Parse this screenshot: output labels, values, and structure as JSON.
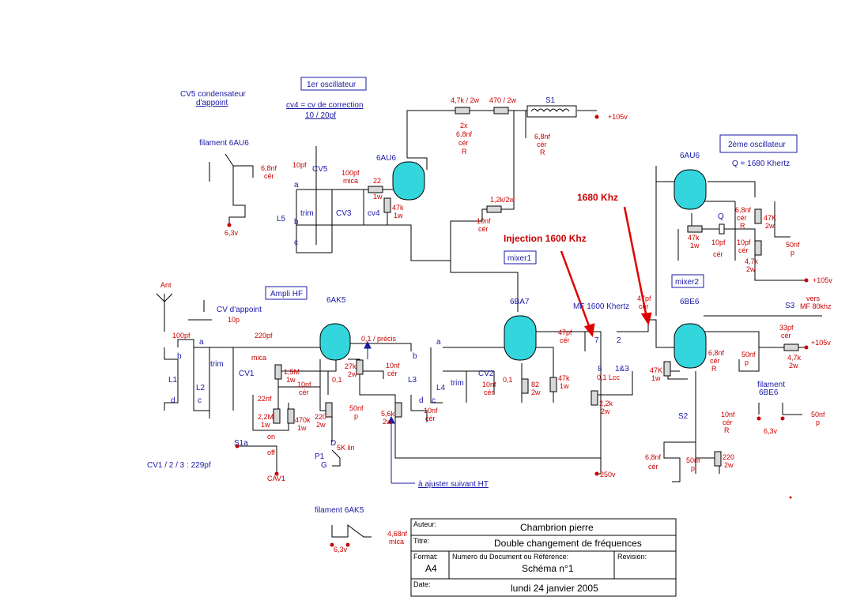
{
  "title_block": {
    "author_label": "Auteur:",
    "author": "Chambrion pierre",
    "title_label": "Titre:",
    "title": "Double changement de fréquences",
    "format_label": "Format:",
    "format": "A4",
    "docnum_label": "Numero du Document ou Référence:",
    "docnum": "Schéma n°1",
    "revision_label": "Revision:",
    "date_label": "Date:",
    "date": "lundi 24 janvier 2005"
  },
  "boxes": {
    "osc1": "1er oscillateur",
    "ampli": "Ampli HF",
    "mixer1": "mixer1",
    "mixer2": "mixer2",
    "osc2": "2ème oscillateur"
  },
  "notes": {
    "cv5": "CV5 condensateur",
    "cv5b": "d'appoint",
    "cv4": "cv4 = cv de correction",
    "cv4b": "10 / 20pf",
    "q": "Q = 1680 Khertz",
    "khz1680": "1680 Khz",
    "injection": "Injection 1600 Khz",
    "mf1600": "MF 1600 Khertz",
    "vers": "vers",
    "mf80": "MF 80khz",
    "cv123": "CV1 / 2 / 3 : 229pf",
    "ajuster": "à ajuster suivant HT",
    "fil6au6": "filament 6AU6",
    "fil6ak5": "filament 6AK5",
    "fil6be6": "filament",
    "fil6be6b": "6BE6",
    "cav1": "CAV1",
    "s1a": "S1a",
    "on": "on",
    "off": "off"
  },
  "tubes": {
    "t1": "6AU6",
    "t2": "6AK5",
    "t3": "6BA7",
    "t4": "6AU6",
    "t5": "6BE6"
  },
  "labels": {
    "ant": "Ant",
    "c100": "100pf",
    "cvapp": "CV d'appoint",
    "c10p": "10p",
    "c220": "220pf",
    "mica": "mica",
    "l1": "L1",
    "l2": "L2",
    "trim": "trim",
    "cv1": "CV1",
    "r15m": "1,5M",
    "w1": "1w",
    "c10nf": "10nf",
    "cer": "cér",
    "c01": "0,1",
    "c22nf": "22nf",
    "r22m": "2,2M",
    "r470k": "470k",
    "r220": "220",
    "w2": "2w",
    "p1": "P1",
    "r5k": "5K lin",
    "d": "D",
    "g": "G",
    "c01p": "0,1 / précis",
    "r27k": "27k",
    "c50nf": "50nf",
    "p": "p",
    "r56k": "5,6k",
    "l3": "L3",
    "l4": "L4",
    "cv2": "CV2",
    "r82": "82",
    "c47pf": "47pf",
    "r47k": "47k",
    "r22k": "2,2k",
    "c01lcc": "0,1 Lcc",
    "v250": "250v",
    "l5": "L5",
    "cv3": "CV3",
    "cv4": "cv4",
    "c10pf": "10pf",
    "cv5": "CV5",
    "c100pf": "100pf",
    "r22": "22",
    "r47kb": "47k",
    "r47k2w": "4,7k / 2w",
    "r470": "470 / 2w",
    "s1": "S1",
    "v105": "+105v",
    "c2x": "2x",
    "c68nf": "6,8nf",
    "R": "R",
    "r12k": "1,2k/2w",
    "c68": "6,8nf",
    "c33pf": "33pf",
    "s3": "S3",
    "r47K": "47K",
    "c50nf2": "50nf",
    "s2": "S2",
    "r4k7": "4,7k",
    "cv_a": "a",
    "cv_b": "b",
    "cv_c": "c",
    "cv_d": "d",
    "v63": "6,3v",
    "c468": "4,68nf",
    "q": "Q",
    "n7": "7",
    "n8": "8",
    "n2": "2",
    "n13": "1&3",
    "c47pf2": "47pf"
  }
}
